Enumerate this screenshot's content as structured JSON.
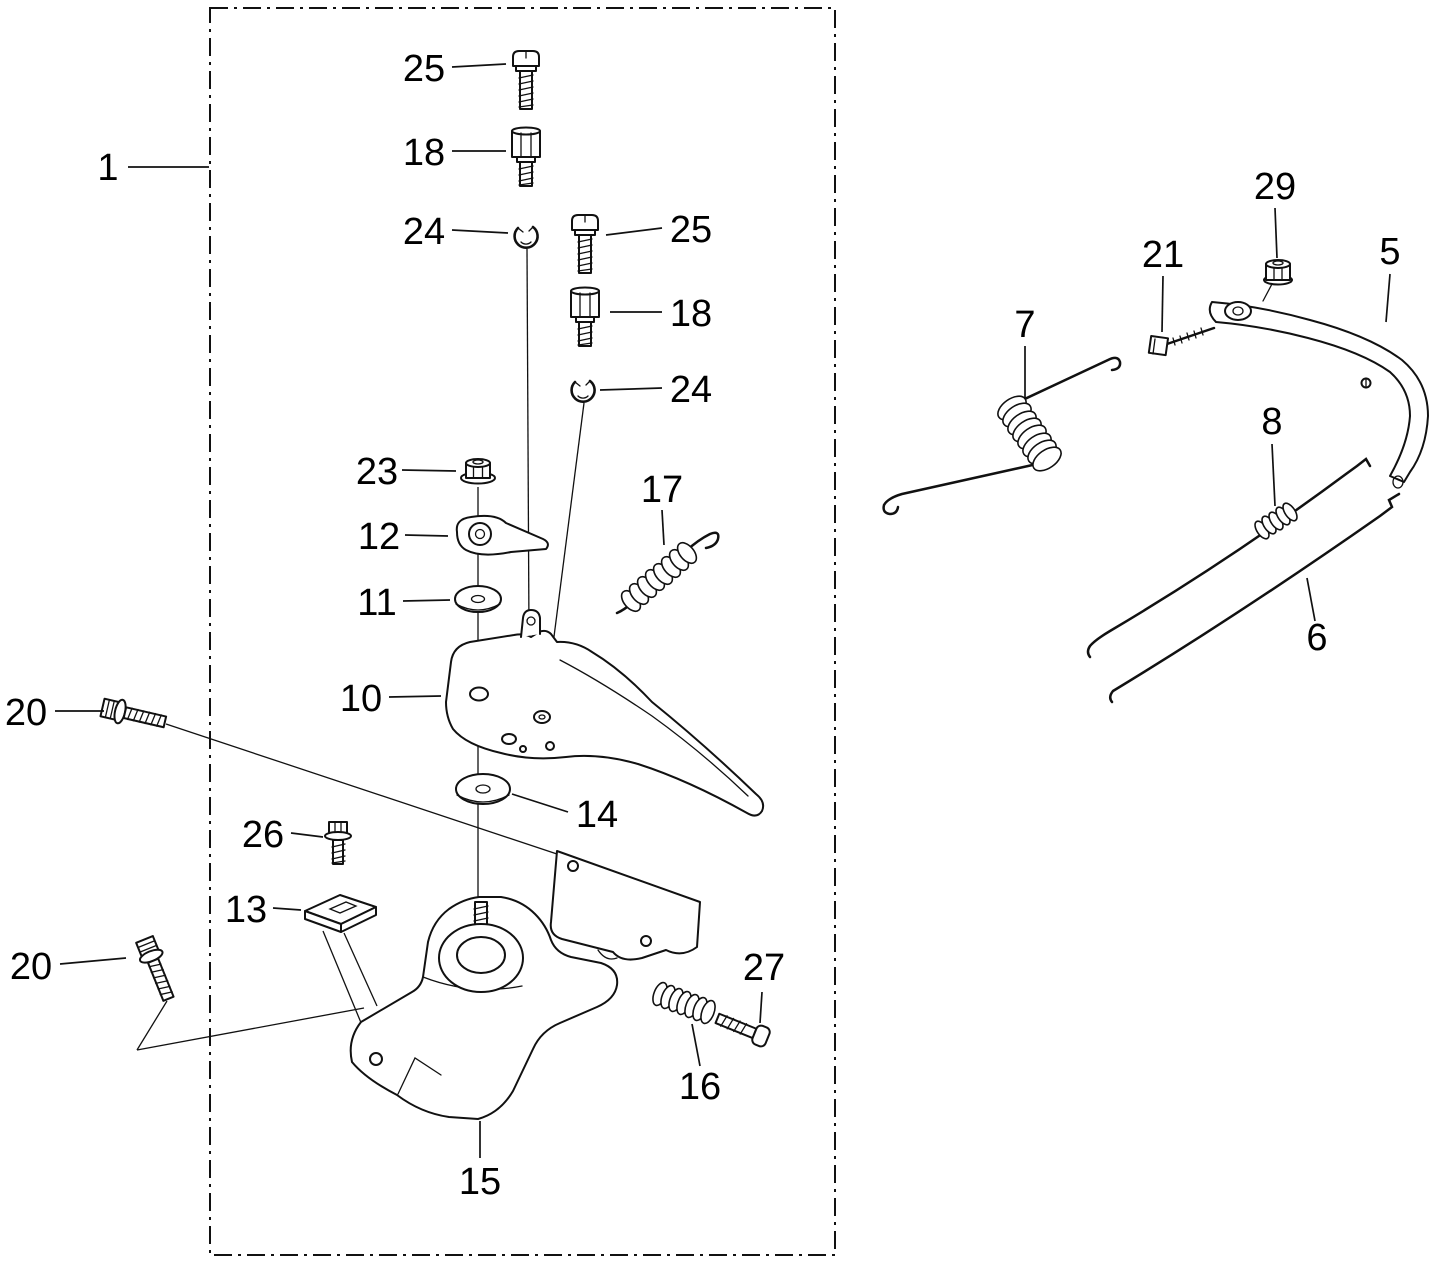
{
  "colors": {
    "line": "#111111",
    "background": "#ffffff"
  },
  "callouts": {
    "n1": "1",
    "n25_top": "25",
    "n18_top": "18",
    "n24_top": "24",
    "n25_right": "25",
    "n18_right": "18",
    "n24_right": "24",
    "n23": "23",
    "n12": "12",
    "n11": "11",
    "n17": "17",
    "n10": "10",
    "n14": "14",
    "n20_upper": "20",
    "n26": "26",
    "n13": "13",
    "n20_lower": "20",
    "n15": "15",
    "n16": "16",
    "n27": "27",
    "n29": "29",
    "n21": "21",
    "n5": "5",
    "n7": "7",
    "n8": "8",
    "n6": "6"
  }
}
